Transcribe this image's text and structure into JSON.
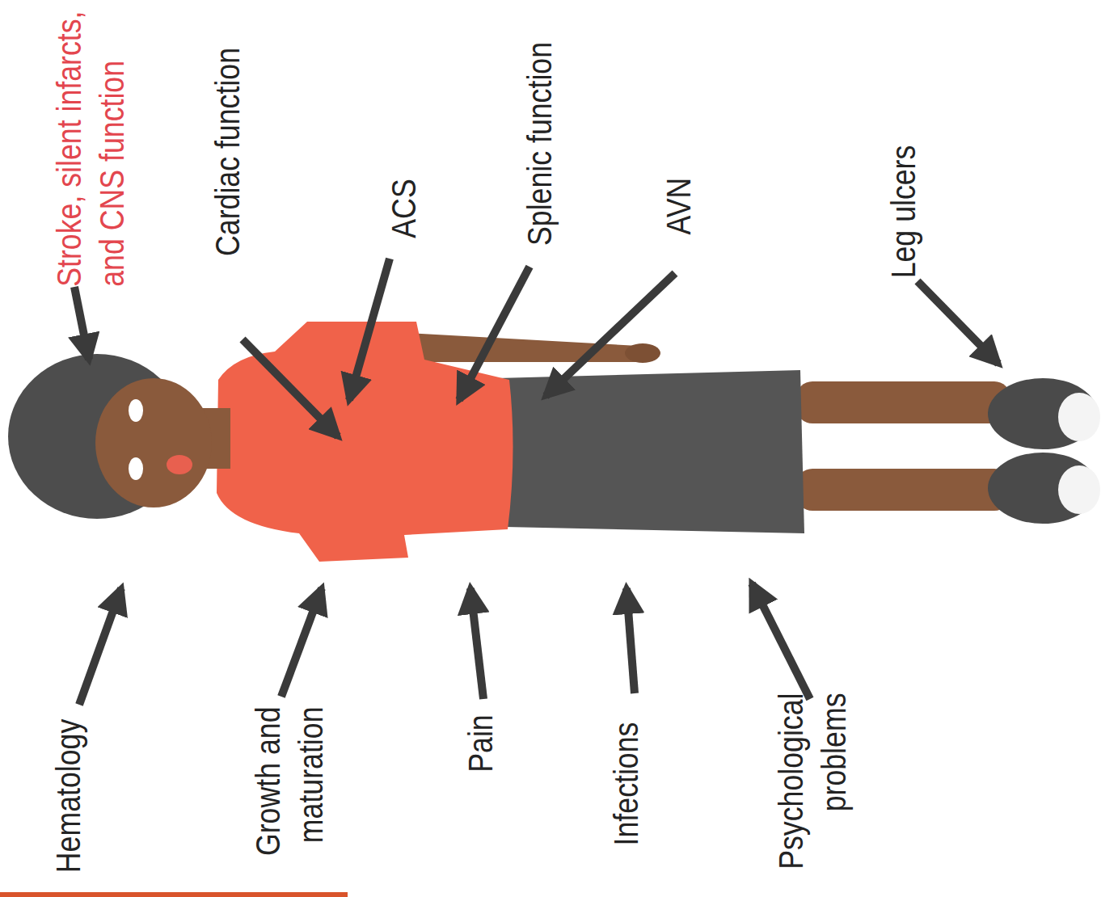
{
  "diagram": {
    "labels": [
      "Stroke, silent infarcts, and CNS function",
      "Cardiac function",
      "ACS",
      "Splenic function",
      "AVN",
      "Leg ulcers",
      "Hematology",
      "Growth and maturation",
      "Pain",
      "Infections",
      "Psychological problems"
    ]
  }
}
